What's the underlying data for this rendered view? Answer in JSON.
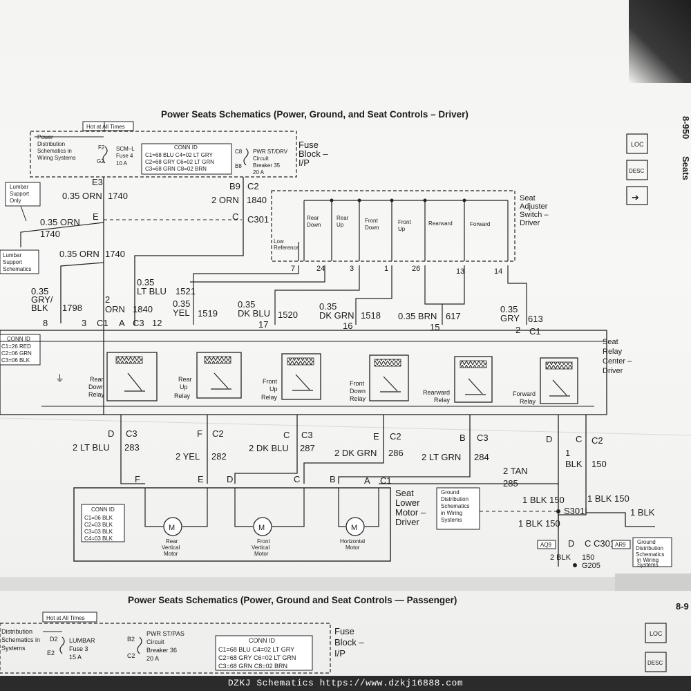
{
  "upper": {
    "title": "Power Seats Schematics (Power, Ground, and Seat Controls – Driver)",
    "hot_at_all_times": "Hot at All Times",
    "power_dist": [
      "Power",
      "Distribution",
      "Schematics in",
      "Wiring Systems"
    ],
    "f2": "F2",
    "g2": "G2",
    "fuse_scm": [
      "SCM–L",
      "Fuse 4",
      "10 A"
    ],
    "conn_id_title": "CONN ID",
    "conn_id_rows": [
      "C1=68 BLU  C4=02 LT GRY",
      "C2=68 GRY  C6=02 LT GRN",
      "C3=68 GRN  C8=02 BRN"
    ],
    "c8": "C8",
    "b8": "B8",
    "pwr_st": [
      "PWR ST/DRV",
      "Circuit",
      "Breaker 35",
      "20 A"
    ],
    "fuse_block": [
      "Fuse",
      "Block –",
      "I/P"
    ],
    "e3": "E3",
    "b9": "B9",
    "c2": "C2",
    "w_035orn": "0.35 ORN",
    "n1740": "1740",
    "w_2orn": "2 ORN",
    "n1840": "1840",
    "lumbar_only": [
      "Lumbar",
      "Support",
      "Only"
    ],
    "e": "E",
    "c": "C",
    "c301": "C301",
    "w_035orn_b": "0.35 ORN",
    "n1740_b": "1740",
    "lumbar_sch": [
      "Lumbar",
      "Support",
      "Schematics"
    ],
    "w_035orn_c": "0.35 ORN",
    "n1740_c": "1740",
    "switch_labels": [
      [
        "Rear",
        "Down"
      ],
      [
        "Rear",
        "Up"
      ],
      [
        "Front",
        "Down"
      ],
      [
        "Front",
        "Up"
      ],
      [
        "Rearward"
      ],
      [
        "Forward"
      ]
    ],
    "low_ref": [
      "Low",
      "Reference"
    ],
    "seat_adj": [
      "Seat",
      "Adjuster",
      "Switch –",
      "Driver"
    ],
    "pins_top": [
      "7",
      "24",
      "3",
      "1",
      "26",
      "13",
      "14"
    ],
    "w_gry_blk": [
      "0.35",
      "GRY/",
      "BLK"
    ],
    "n1798": "1798",
    "w_2orn_b": [
      "2",
      "ORN"
    ],
    "n1840_b": "1840",
    "w_ltblu": [
      "0.35",
      "LT BLU"
    ],
    "n1521": "1521",
    "w_yel": [
      "0.35",
      "YEL"
    ],
    "n1519": "1519",
    "w_dkblu": [
      "0.35",
      "DK BLU"
    ],
    "n1520": "1520",
    "w_dkgrn": [
      "0.35",
      "DK GRN"
    ],
    "n1518": "1518",
    "w_brn": "0.35 BRN",
    "n617": "617",
    "w_gry": [
      "0.35",
      "GRY"
    ],
    "n613": "613",
    "pins_relay_top": [
      "8",
      "3",
      "C1",
      "A",
      "C3",
      "12",
      "17",
      "16",
      "15",
      "2",
      "C1"
    ],
    "relay_conn_title": "CONN ID",
    "relay_conn_rows": [
      "C1=26 RED",
      "C2=06 GRN",
      "C3=06 BLK"
    ],
    "relays": [
      [
        "Rear",
        "Down",
        "Relay"
      ],
      [
        "Rear",
        "Up",
        "Relay"
      ],
      [
        "Front",
        "Up",
        "Relay"
      ],
      [
        "Front",
        "Down",
        "Relay"
      ],
      [
        "Rearward",
        "Relay"
      ],
      [
        "Forward",
        "Relay"
      ]
    ],
    "relay_center": [
      "Seat",
      "Relay",
      "Center –",
      "Driver"
    ],
    "out_pins": [
      "D",
      "C3",
      "F",
      "C2",
      "C",
      "C3",
      "E",
      "C2",
      "B",
      "C3",
      "D",
      "C",
      "C2"
    ],
    "w_283": "2 LT BLU",
    "n283": "283",
    "w_282": "2 YEL",
    "n282": "282",
    "w_287": "2 DK BLU",
    "n287": "287",
    "w_286": "2 DK GRN",
    "n286": "286",
    "w_284": "2 LT GRN",
    "n284": "284",
    "w_285": "2 TAN",
    "n285": "285",
    "w_blk": [
      "1",
      "BLK"
    ],
    "n150": "150",
    "motor_pins": [
      "F",
      "E",
      "D",
      "C",
      "B",
      "A",
      "C1"
    ],
    "motor_conn_title": "CONN ID",
    "motor_conn_rows": [
      "C1=06 BLK",
      "C2=03 BLK",
      "C3=03 BLK",
      "C4=03 BLK"
    ],
    "motor": "M",
    "motors": [
      [
        "Rear",
        "Vertical",
        "Motor"
      ],
      [
        "Front",
        "Vertical",
        "Motor"
      ],
      [
        "Horizontal",
        "Motor"
      ]
    ],
    "lower_motor": [
      "Seat",
      "Lower",
      "Motor –",
      "Driver"
    ],
    "ground_dist": [
      "Ground",
      "Distribution",
      "Schematics",
      "in Wiring",
      "Systems"
    ],
    "g_1blk150_a": "1 BLK 150",
    "g_1blk150_b": "1 BLK 150",
    "s301": "S301",
    "g_1blk150_c": "1 BLK 150",
    "g_1blk": "1 BLK",
    "aq9": "AQ9",
    "ar9": "AR9",
    "d": "D",
    "c_c301": "C C301",
    "g_2blk": "2 BLK",
    "n150_g": "150",
    "g205": "G205",
    "ground_dist_b": [
      "Ground",
      "Distribution",
      "Schematics",
      "in Wiring",
      "Systems"
    ]
  },
  "side": {
    "page": "8-950",
    "section": "Seats",
    "loc": "LOC",
    "desc": "DESC",
    "arrow": "➔"
  },
  "lower": {
    "title": "Power Seats Schematics (Power, Ground and Seat Controls — Passenger)",
    "hot_at_all_times": "Hot at All Times",
    "dist": [
      "Distribution",
      "Schematics in",
      "Systems"
    ],
    "d2": "D2",
    "e2": "E2",
    "fuse": [
      "LUMBAR",
      "Fuse 3",
      "15 A"
    ],
    "b2": "B2",
    "c2": "C2",
    "pwr": [
      "PWR ST/PAS",
      "Circuit",
      "Breaker 36",
      "20 A"
    ],
    "conn_id_title": "CONN ID",
    "conn_id_rows": [
      "C1=68 BLU  C4=02 LT GRY",
      "C2=68 GRY  C6=02 LT GRN",
      "C3=68 GRN  C8=02 BRN"
    ],
    "fuse_block": [
      "Fuse",
      "Block –",
      "I/P"
    ],
    "page_edge": "8-9"
  },
  "watermark": "DZKJ Schematics https://www.dzkj16888.com"
}
